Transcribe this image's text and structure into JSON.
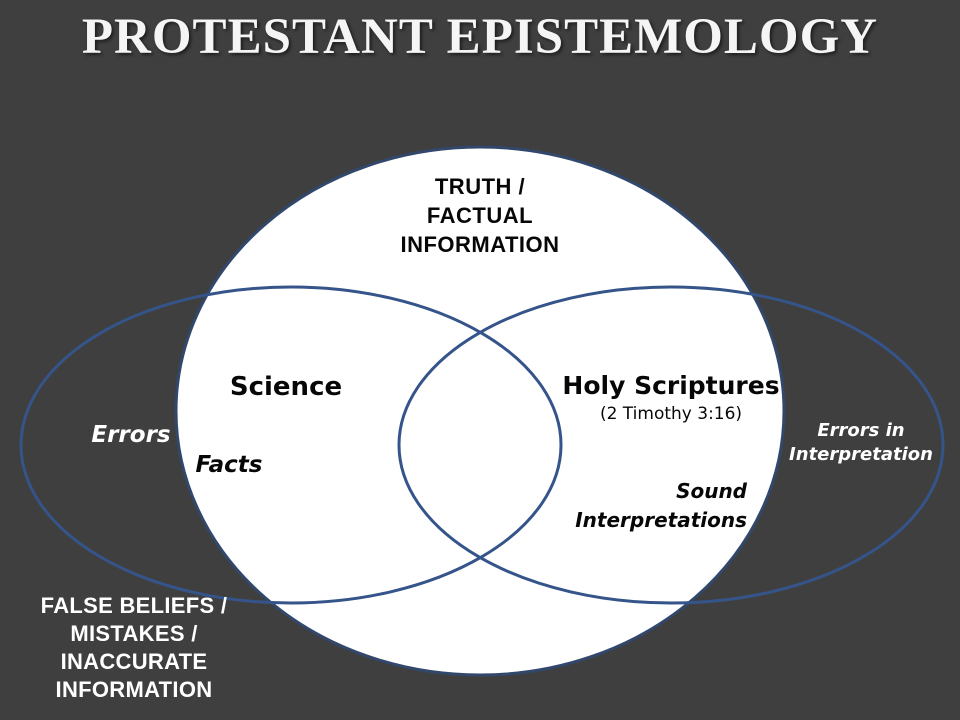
{
  "slide": {
    "title": "PROTESTANT EPISTEMOLOGY"
  },
  "diagram": {
    "type": "venn",
    "truth_region": {
      "label": "TRUTH /\nFACTUAL\nINFORMATION"
    },
    "science_region": {
      "label": "Science",
      "inside_truth_note": "Facts",
      "outside_truth_note": "Errors"
    },
    "scripture_region": {
      "label": "Holy Scriptures",
      "reference": "(2 Timothy 3:16)",
      "inside_truth_note": "Sound\nInterpretations",
      "outside_truth_note": "Errors in\nInterpretation"
    },
    "outside_truth_note": "FALSE BELIEFS /\nMISTAKES /\nINACCURATE\nINFORMATION",
    "colors": {
      "background": "#3f3f3f",
      "truth_ellipse_fill": "#ffffff",
      "truth_ellipse_border": "#31476b",
      "outline_ellipse_stroke": "#35548a",
      "title_text": "#f5f5f5",
      "dark_text": "#070707",
      "light_text": "#ffffff"
    }
  }
}
